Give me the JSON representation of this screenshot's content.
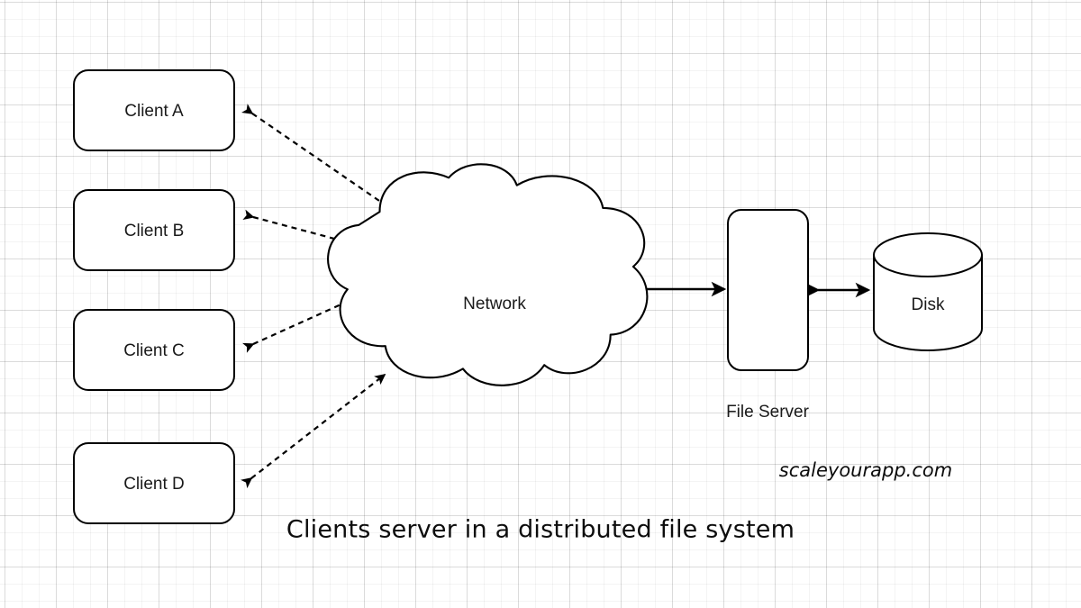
{
  "diagram": {
    "title": "Clients server in a distributed file system",
    "watermark": "scaleyourapp.com",
    "background": "#ffffff",
    "stroke_color": "#000000",
    "fill_color": "#ffffff",
    "grid_color": "#e6e6e6"
  },
  "clients": [
    {
      "label": "Client A"
    },
    {
      "label": "Client B"
    },
    {
      "label": "Client C"
    },
    {
      "label": "Client D"
    }
  ],
  "network": {
    "label": "Network"
  },
  "server": {
    "label": "File Server"
  },
  "storage": {
    "label": "Disk"
  },
  "connections": [
    {
      "from": "Client A",
      "to": "Network",
      "style": "dashed",
      "arrows": "both"
    },
    {
      "from": "Client B",
      "to": "Network",
      "style": "dashed",
      "arrows": "both"
    },
    {
      "from": "Client C",
      "to": "Network",
      "style": "dashed",
      "arrows": "both"
    },
    {
      "from": "Client D",
      "to": "Network",
      "style": "dashed",
      "arrows": "both"
    },
    {
      "from": "Network",
      "to": "File Server",
      "style": "solid",
      "arrows": "both"
    },
    {
      "from": "File Server",
      "to": "Disk",
      "style": "solid",
      "arrows": "both"
    }
  ]
}
